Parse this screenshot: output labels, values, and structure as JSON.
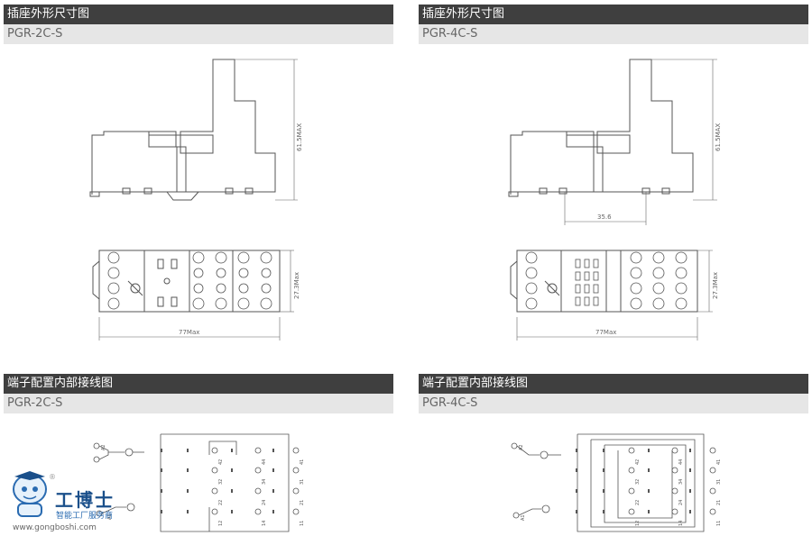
{
  "panels": {
    "dims_left": {
      "title": "插座外形尺寸图",
      "model": "PGR-2C-S"
    },
    "dims_right": {
      "title": "插座外形尺寸图",
      "model": "PGR-4C-S"
    },
    "wiring_left": {
      "title": "端子配置内部接线图",
      "model": "PGR-2C-S"
    },
    "wiring_right": {
      "title": "端子配置内部接线图",
      "model": "PGR-4C-S"
    }
  },
  "dimensions": {
    "height": "61.5MAX",
    "depth": "27.3Max",
    "width": "77Max",
    "rail": "35.6"
  },
  "terminals": {
    "coil": [
      "A2",
      "A1"
    ],
    "two_pole_rows": [
      [
        "42",
        "44",
        "41"
      ],
      [
        "32",
        "34",
        "31"
      ],
      [
        "22",
        "24",
        "21"
      ],
      [
        "12",
        "14",
        "11"
      ]
    ],
    "four_pole_rows": [
      [
        "42",
        "44",
        "41"
      ],
      [
        "32",
        "34",
        "31"
      ],
      [
        "22",
        "24",
        "21"
      ],
      [
        "12",
        "14",
        "11"
      ]
    ]
  },
  "watermark": {
    "brand": "工博士",
    "slogan": "智能工厂服务商",
    "url": "www.gongboshi.com",
    "reg": "®"
  }
}
